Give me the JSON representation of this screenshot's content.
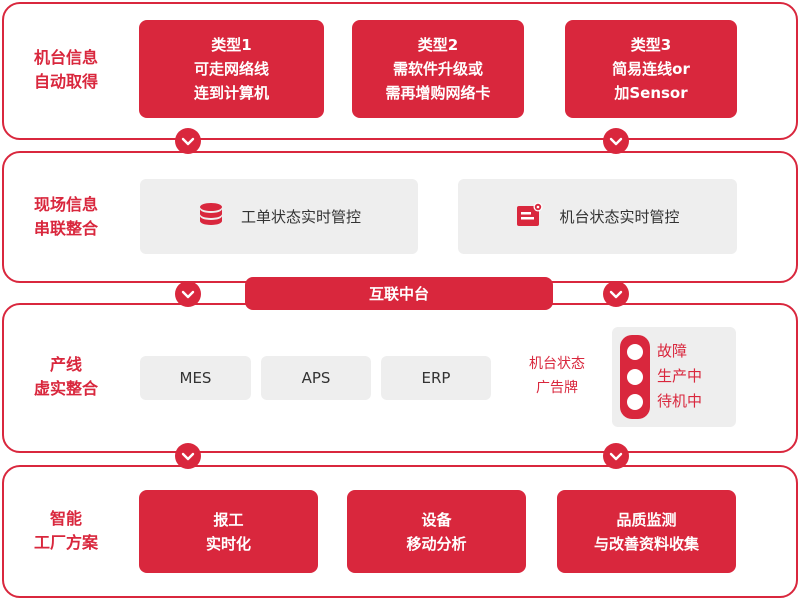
{
  "colors": {
    "accent": "#d9273d",
    "panel": "#eeeeee"
  },
  "layers": {
    "acquire": {
      "label": "机台信息\n自动取得",
      "types": [
        {
          "text": "类型1\n可走网络线\n连到计算机"
        },
        {
          "text": "类型2\n需软件升级或\n需再增购网络卡"
        },
        {
          "text": "类型3\n简易连线or\n加Sensor"
        }
      ]
    },
    "link": {
      "label": "现场信息\n串联整合",
      "items": [
        {
          "text": "工单状态实时管控",
          "icon": "database-icon"
        },
        {
          "text": "机台状态实时管控",
          "icon": "status-board-icon"
        }
      ]
    },
    "hub": {
      "label": "互联中台"
    },
    "integrate": {
      "label": "产线\n虚实整合",
      "systems": [
        "MES",
        "APS",
        "ERP"
      ],
      "sign_label": "机台状态\n广告牌",
      "statuses": [
        "故障",
        "生产中",
        "待机中"
      ]
    },
    "smart": {
      "label": "智能\n工厂方案",
      "solutions": [
        {
          "text": "报工\n实时化"
        },
        {
          "text": "设备\n移动分析"
        },
        {
          "text": "品质监测\n与改善资料收集"
        }
      ]
    }
  }
}
